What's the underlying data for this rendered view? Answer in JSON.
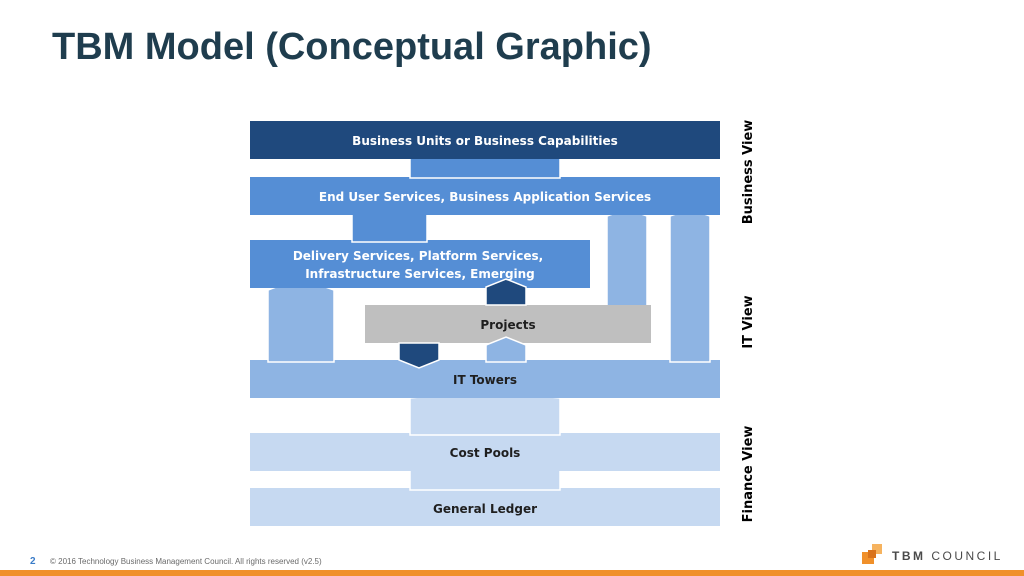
{
  "slide": {
    "title": "TBM Model (Conceptual Graphic)",
    "page_number": "2",
    "copyright": "© 2016 Technology Business Management Council. All rights reserved (v2.5)"
  },
  "brand": {
    "word1": "TBM",
    "word2": "COUNCIL"
  },
  "layers": {
    "business_units": "Business Units or Business Capabilities",
    "end_user_services": "End User Services, Business Application Services",
    "delivery_services_line1": "Delivery Services, Platform Services,",
    "delivery_services_line2": "Infrastructure Services, Emerging",
    "projects": "Projects",
    "it_towers": "IT Towers",
    "cost_pools": "Cost Pools",
    "general_ledger": "General Ledger"
  },
  "views": {
    "business": "Business View",
    "it": "IT View",
    "finance": "Finance View"
  },
  "colors": {
    "navy": "#1f497d",
    "blue": "#558ed5",
    "light_blue": "#8eb4e3",
    "pale_blue": "#c6d9f1",
    "gray": "#bfbfbf",
    "title": "#1f3d4e",
    "accent_orange": "#f0902a"
  }
}
